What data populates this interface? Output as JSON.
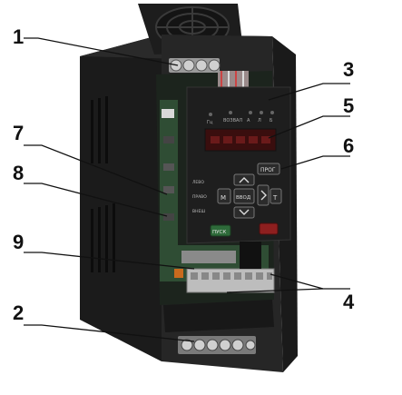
{
  "photo": {
    "subject": "frequency-inverter",
    "colors": {
      "housing": "#232323",
      "housing_dark": "#151515",
      "panel": "#1e1e1e",
      "led_display": "#3a0e0e",
      "led_glow": "#c0392b",
      "pcb_green": "#2f4d34",
      "terminal_metal": "#b8b8b8",
      "run_key": "#2e6b3a",
      "stop_key": "#8e1f1f",
      "leader_line": "#111111"
    }
  },
  "callouts": {
    "c1": "1",
    "c2": "2",
    "c3": "3",
    "c4": "4",
    "c5": "5",
    "c6": "6",
    "c7": "7",
    "c8": "8",
    "c9": "9"
  },
  "keypad": {
    "indicator_labels": [
      "Гц",
      "ВОЗВАЛ",
      "А",
      "Л",
      "Б"
    ],
    "prog_key": "ПРОГ",
    "mode_key": "М",
    "enter_key": "ВВОД",
    "run_key": "ПУСК",
    "shift_key": "Т",
    "side_labels": [
      "ЛЕВО",
      "ПРАВО",
      "ВНЕШ"
    ]
  }
}
